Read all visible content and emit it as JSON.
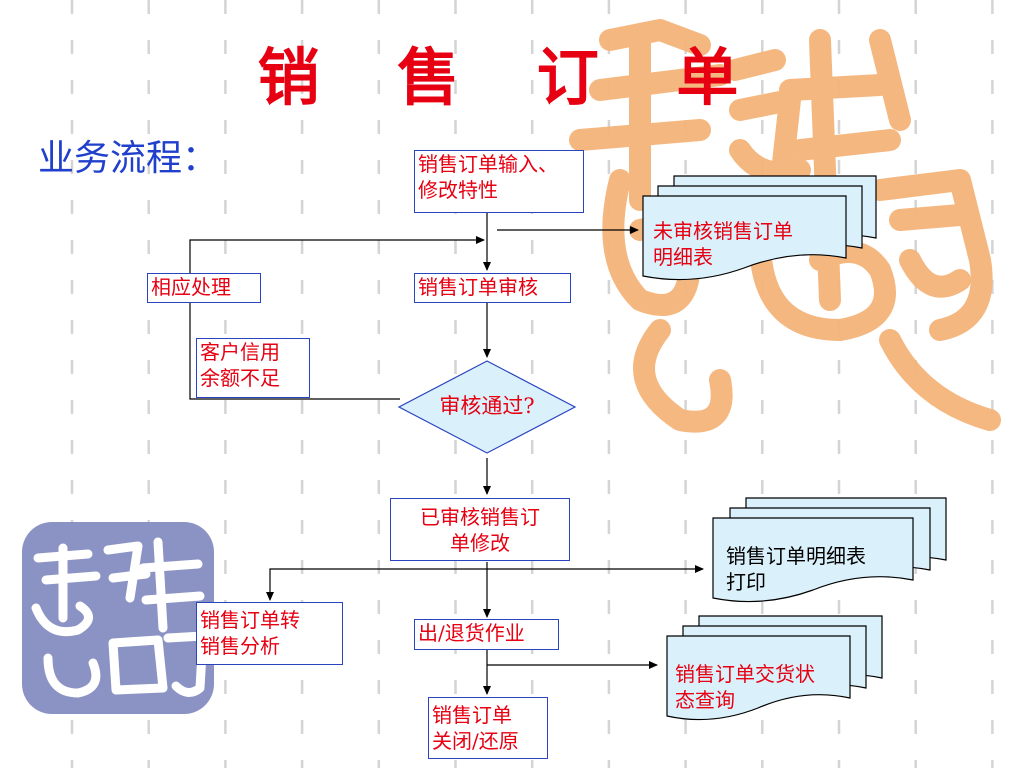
{
  "title": "销 售 订 单",
  "subtitle": "业务流程：",
  "nodes": {
    "input": [
      "销售订单输入、",
      "修改特性"
    ],
    "audit": "销售订单审核",
    "decision": "审核通过?",
    "handle": "相应处理",
    "credit": [
      "客户信用",
      "余额不足"
    ],
    "modify": [
      "已审核销售订",
      "单修改"
    ],
    "analysis": [
      "销售订单转",
      "销售分析"
    ],
    "shipping": "出/退货作业",
    "close": [
      "销售订单",
      "关闭/还原"
    ]
  },
  "documents": {
    "unaudited": [
      "未审核销售订单",
      "明细表"
    ],
    "print": [
      "销售订单明细表",
      "打印"
    ],
    "delivery": [
      "销售订单交货状",
      "态查询"
    ]
  },
  "colors": {
    "title": "#e60012",
    "subtitle": "#1f3fcc",
    "box_border": "#2a44c0",
    "decision_fill": "#daf0fa",
    "doc_fill": "#daf0fa",
    "watermark_orange": "#f5b47a",
    "watermark_blue": "#8b93c4"
  }
}
